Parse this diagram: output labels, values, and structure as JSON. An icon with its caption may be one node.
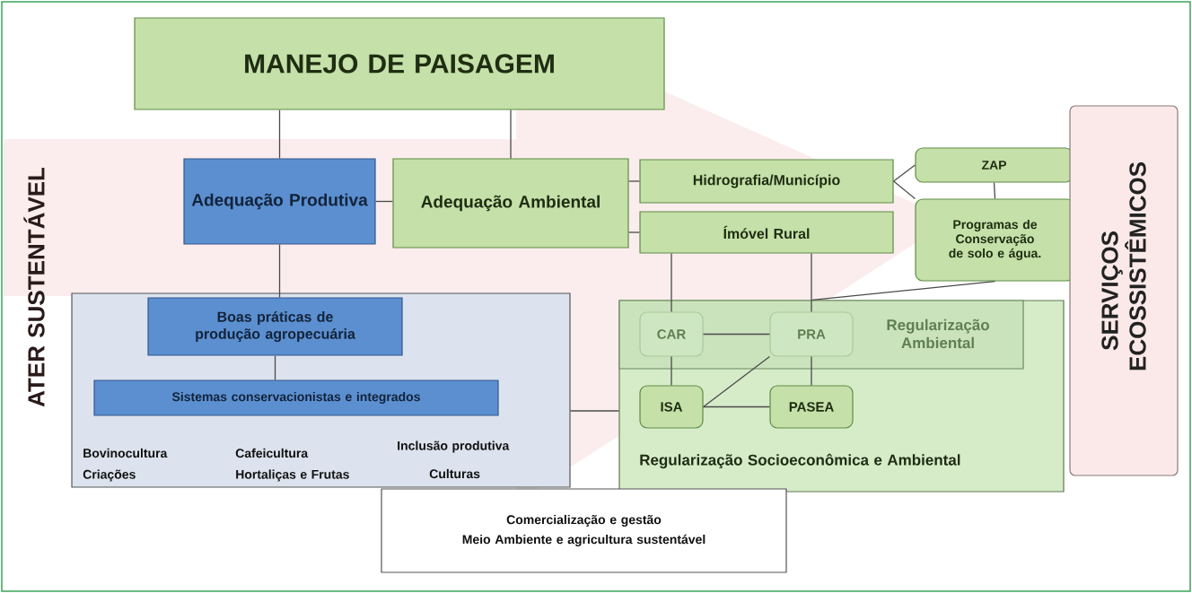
{
  "diagram": {
    "nodes": [
      {
        "text": [
          "MANEJO DE PAISAGEM"
        ]
      },
      {
        "text": [
          "Adequação Produtiva"
        ]
      },
      {
        "text": [
          "Adequação Ambiental"
        ]
      },
      {
        "text": [
          "Hidrografia/Município"
        ]
      },
      {
        "text": [
          "Ímóvel Rural"
        ]
      },
      {
        "text": [
          "ZAP"
        ]
      },
      {
        "text": [
          "Programas de Conservação de solo e água."
        ]
      },
      {
        "text": [
          "Bovinocultura",
          "Cafeicultura",
          "Inclusão produtiva",
          "Criações",
          "Hortaliças e Frutas",
          "Culturas"
        ]
      },
      {
        "text": [
          "Boas práticas de produção agropecuária"
        ],
        "in": 7
      },
      {
        "text": [
          "Sistemas conservacionistas e integrados"
        ],
        "in": 7
      },
      {
        "text": [
          "Regularização Socioeconômica e Ambiental"
        ]
      },
      {
        "text": [
          "Regularização Ambiental"
        ],
        "in": 10
      },
      {
        "text": [
          "CAR"
        ],
        "in": 11
      },
      {
        "text": [
          "PRA"
        ],
        "in": 11
      },
      {
        "text": [
          "ISA"
        ],
        "in": 10
      },
      {
        "text": [
          "PASEA"
        ],
        "in": 10
      },
      {
        "text": [
          "Comercialização e gestão",
          "Meio Ambiente e agricultura sustentável"
        ]
      },
      {
        "text": [
          "SERVIÇOS ECOSSISTÊMICOS"
        ]
      }
    ],
    "edges": [
      {
        "from": 0,
        "to": 1,
        "arrow": "none"
      },
      {
        "from": 0,
        "to": 2,
        "arrow": "none"
      },
      {
        "from": 1,
        "to": 2,
        "arrow": "none"
      },
      {
        "from": 2,
        "to": 3,
        "arrow": "none"
      },
      {
        "from": 2,
        "to": 4,
        "arrow": "none"
      },
      {
        "from": 3,
        "to": 5,
        "arrow": "none"
      },
      {
        "from": 3,
        "to": 6,
        "arrow": "none"
      },
      {
        "from": 5,
        "to": 6,
        "arrow": "none"
      },
      {
        "from": 1,
        "to": 8,
        "arrow": "none"
      },
      {
        "from": 8,
        "to": 9,
        "arrow": "none"
      },
      {
        "from": 4,
        "to": 12,
        "arrow": "none"
      },
      {
        "from": 4,
        "to": 13,
        "arrow": "none"
      },
      {
        "from": 12,
        "to": 13,
        "arrow": "none"
      },
      {
        "from": 12,
        "to": 14,
        "arrow": "none"
      },
      {
        "from": 13,
        "to": 14,
        "arrow": "none"
      },
      {
        "from": 13,
        "to": 15,
        "arrow": "none"
      },
      {
        "from": 14,
        "to": 15,
        "arrow": "none"
      },
      {
        "from": 6,
        "to": 11,
        "arrow": "none"
      },
      {
        "from": 7,
        "to": 10,
        "arrow": "none"
      }
    ],
    "labels": [
      "ATER SUSTENTÁVEL"
    ]
  }
}
